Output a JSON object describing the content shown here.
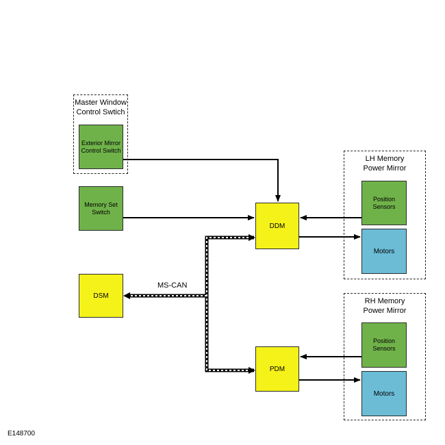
{
  "groups": {
    "master_switch": "Master Window\nControl Swtich",
    "lh_mirror": "LH Memory\nPower Mirror",
    "rh_mirror": "RH Memory\nPower Mirror"
  },
  "boxes": {
    "exterior_mirror": "Exterior Mirror\nControl Switch",
    "memory_set": "Memory Set\nSwitch",
    "dsm": "DSM",
    "ddm": "DDM",
    "pdm": "PDM",
    "lh_position": "Position\nSensors",
    "lh_motors": "Motors",
    "rh_position": "Position\nSensors",
    "rh_motors": "Motors"
  },
  "bus_label": "MS-CAN",
  "figure_id": "E148700",
  "colors": {
    "switch_fill": "#6fb24a",
    "module_fill": "#f5f21a",
    "motor_fill": "#6cbcd6",
    "line": "#000000"
  }
}
